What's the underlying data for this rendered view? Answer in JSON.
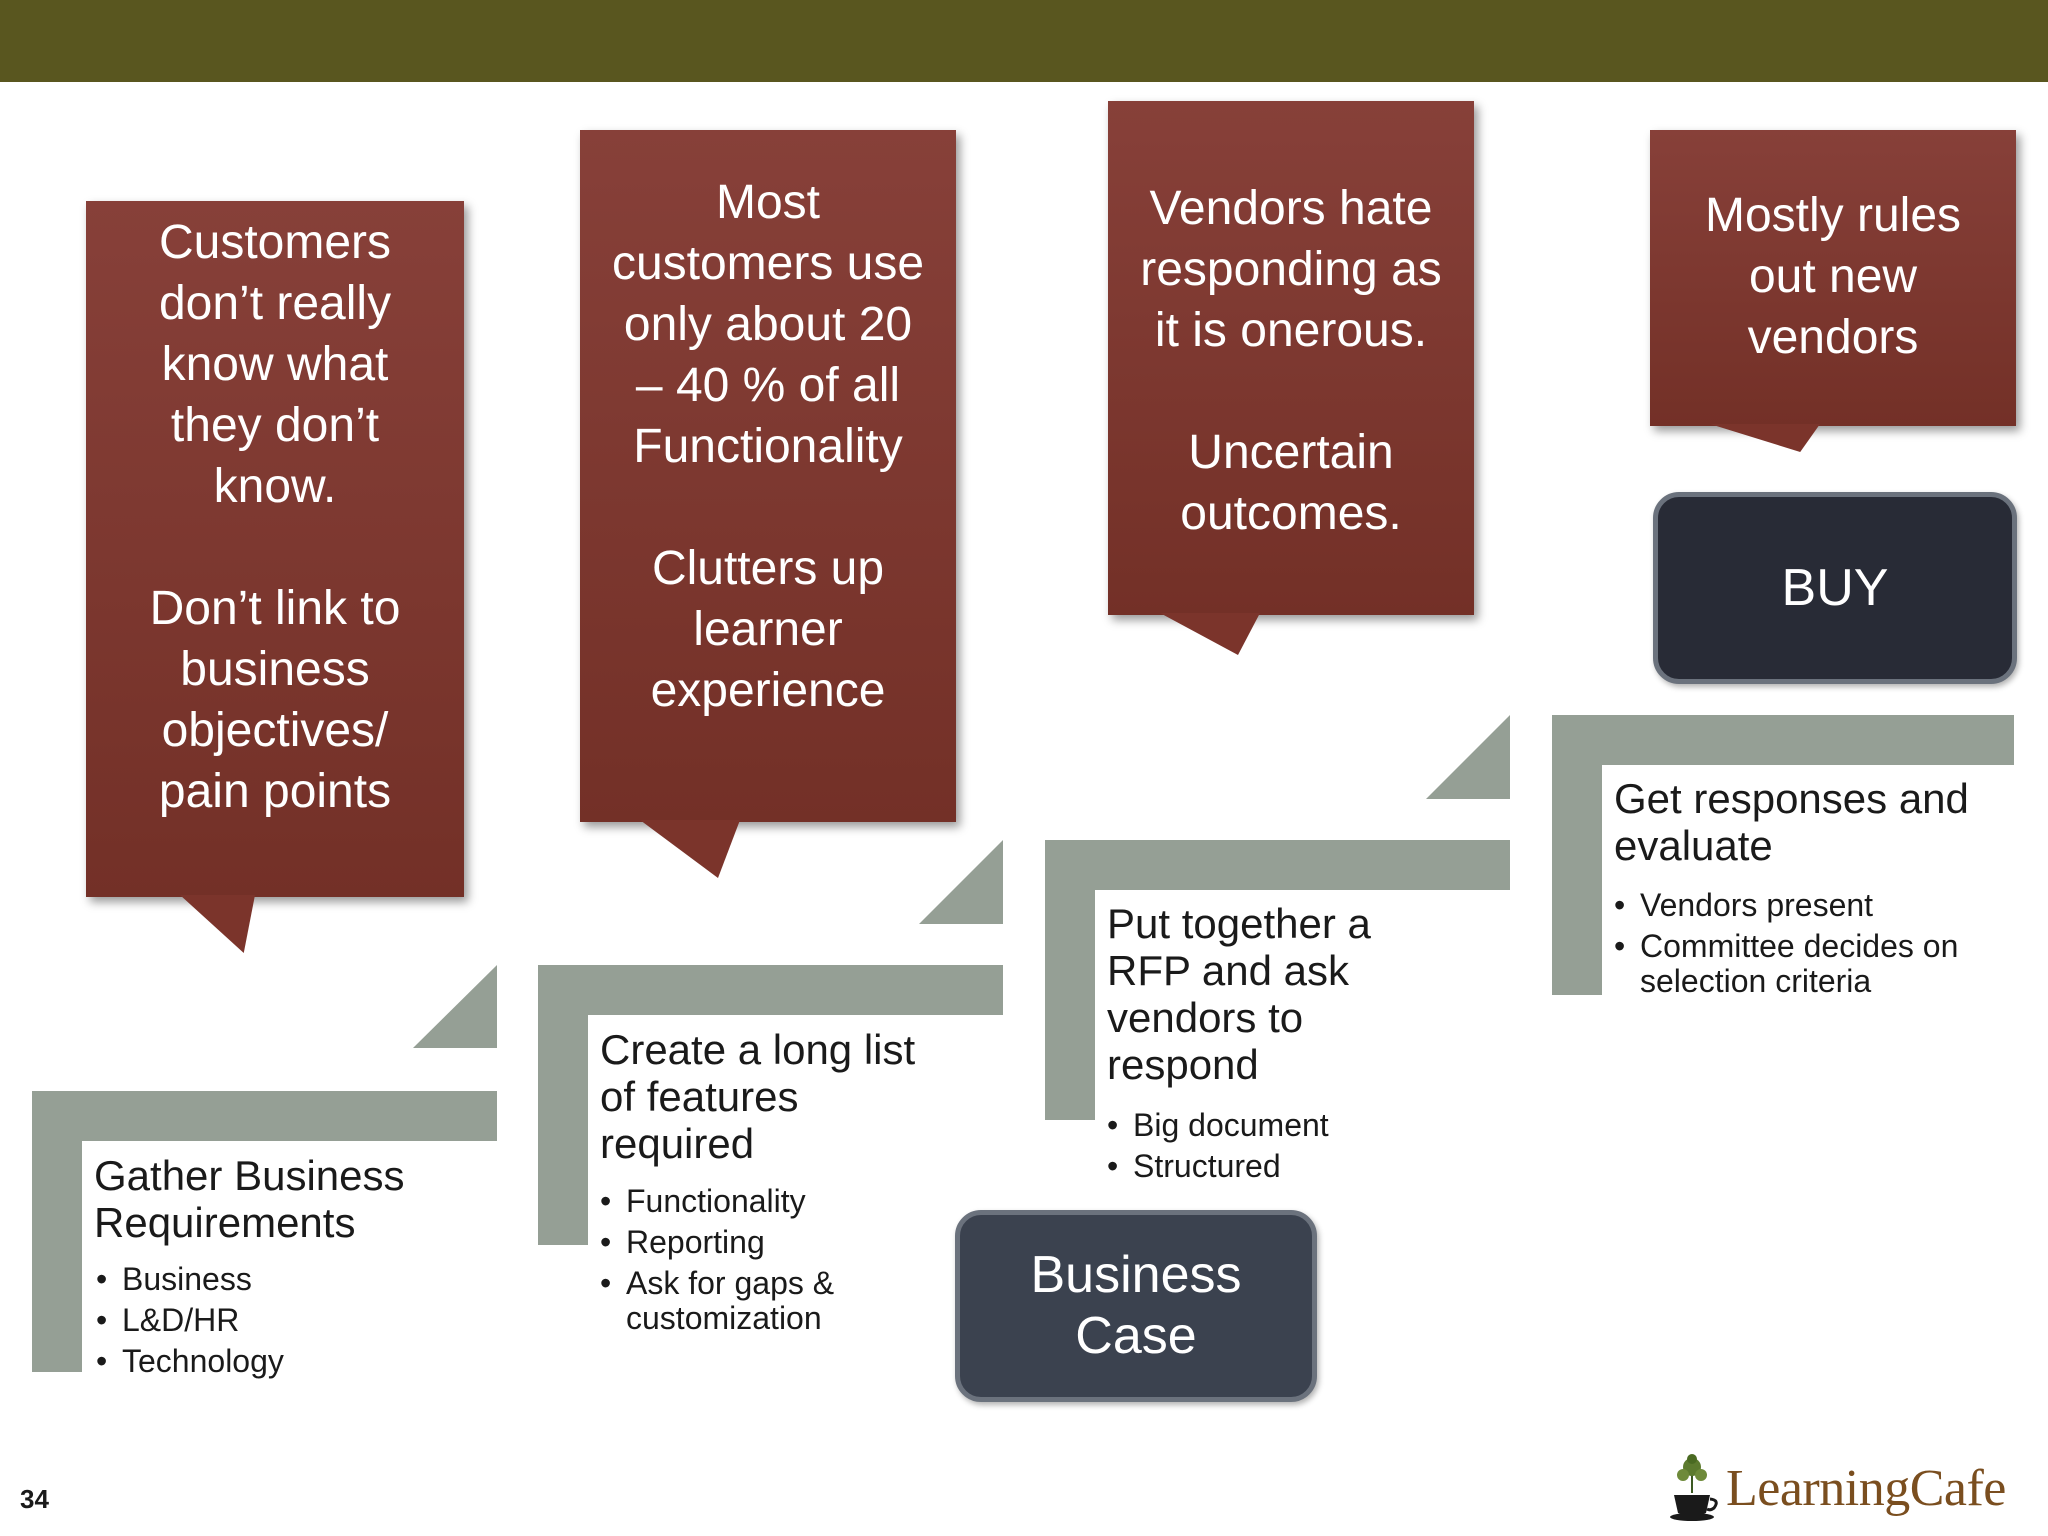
{
  "callouts": [
    {
      "text": "Customers\ndon’t really\nknow what\nthey don’t\nknow.\n\nDon’t link to\nbusiness\nobjectives/\npain points"
    },
    {
      "text": "Most\ncustomers use\nonly about 20\n– 40 % of all\nFunctionality\n\nClutters up\nlearner\nexperience"
    },
    {
      "text": "Vendors hate\nresponding as\nit is onerous.\n\nUncertain\noutcomes."
    },
    {
      "text": "Mostly rules\nout new\nvendors"
    }
  ],
  "steps": [
    {
      "title": "Gather Business\nRequirements",
      "bullets": [
        "Business",
        "L&D/HR",
        "Technology"
      ]
    },
    {
      "title": "Create a long list\nof features\nrequired",
      "bullets": [
        "Functionality",
        "Reporting",
        "Ask for gaps &\ncustomization"
      ]
    },
    {
      "title": "Put together a\nRFP and ask\nvendors to\nrespond",
      "bullets": [
        "Big document",
        "Structured"
      ]
    },
    {
      "title": "Get responses and\nevaluate",
      "bullets": [
        "Vendors present",
        "Committee decides on\nselection criteria"
      ]
    }
  ],
  "milestones": {
    "business_case": "Business\nCase",
    "buy": "BUY"
  },
  "page_number": "34",
  "logo": {
    "text": "LearningCafe"
  },
  "colors": {
    "header_bar": "#59561f",
    "callout": "#7b342b",
    "step": "#959f95",
    "business_case_box": "#3b424f",
    "buy_box": "#282b36"
  }
}
